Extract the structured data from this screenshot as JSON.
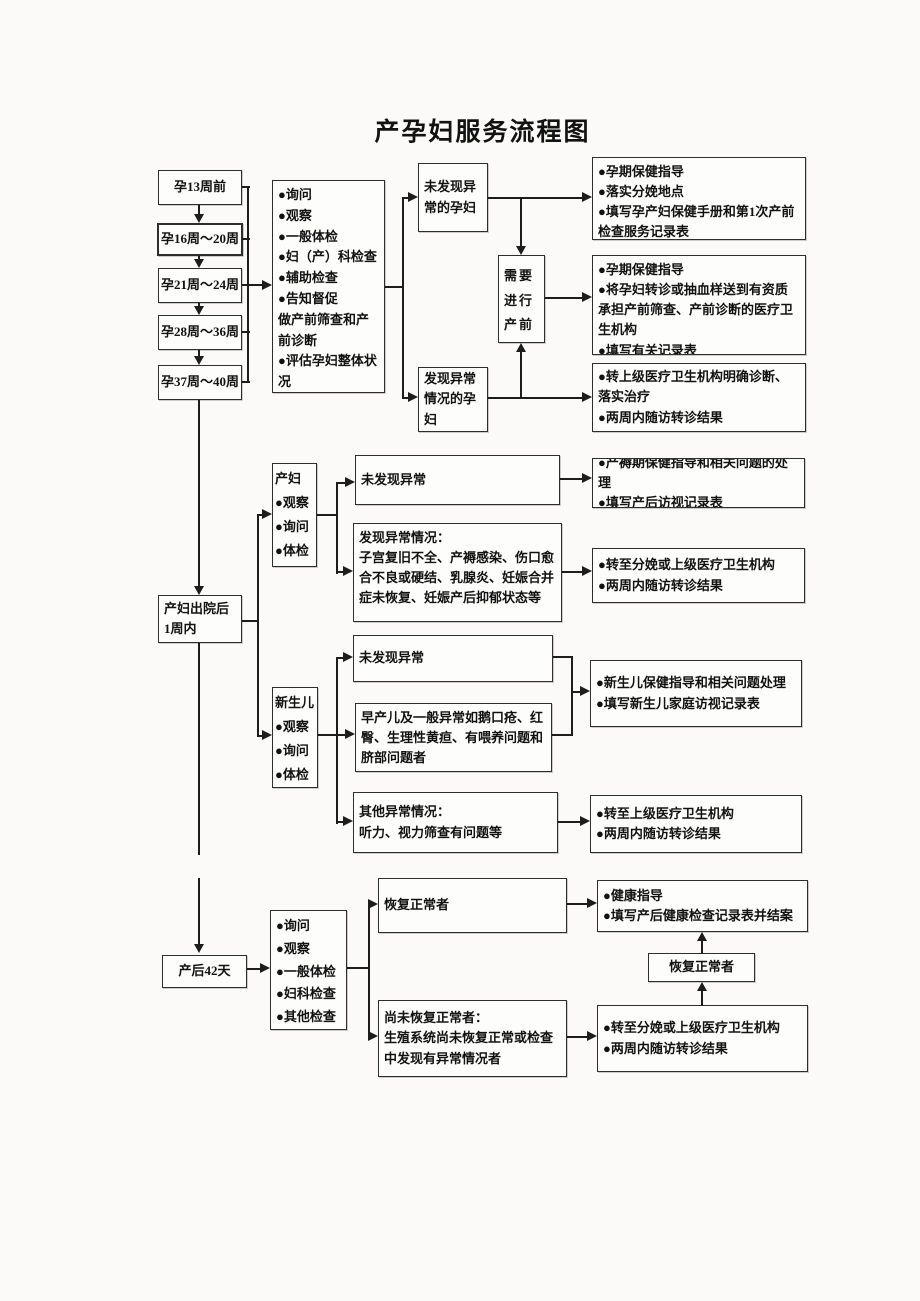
{
  "title": "产孕妇服务流程图",
  "colors": {
    "line": "#1d1d1d",
    "box_border": "#2e2e2e",
    "background": "#fbfaf8",
    "text": "#121212"
  },
  "nodes": {
    "stage_1": "孕13周前",
    "stage_2": "孕16周～20周",
    "stage_3": "孕21周～24周",
    "stage_4": "孕28周～36周",
    "stage_5": "孕37周～40周",
    "antenatal_checks": "●询问\n●观察\n●一般体检\n●妇（产）科检查\n●辅助检查\n●告知督促\n做产前筛查和产前诊断\n●评估孕妇整体状况",
    "no_abnormal_pregnant": "未发现异常的孕妇",
    "abnormal_pregnant": "发现异常情况的孕妇",
    "need_screening": "需要进行产前筛查者",
    "result_normal_antenatal": "●孕期保健指导\n●落实分娩地点\n●填写孕产妇保健手册和第1次产前检查服务记录表",
    "result_screening": "●孕期保健指导\n●将孕妇转诊或抽血样送到有资质承担产前筛查、产前诊断的医疗卫生机构\n●填写有关记录表",
    "result_abnormal_antenatal": "●转上级医疗卫生机构明确诊断、落实治疗\n●两周内随访转诊结果",
    "discharge_week": "产妇出院后 1周内",
    "mother_visit": "产妇\n●观察\n●询问\n●体检",
    "newborn_visit": "新生儿\n●观察\n●询问\n●体检",
    "mother_no_abnormal": "未发现异常",
    "mother_abnormal": "发现异常情况：\n子宫复旧不全、产褥感染、伤口愈合不良或硬结、乳腺炎、妊娠合并症未恢复、妊娠产后抑郁状态等",
    "mother_result_normal": "●产褥期保健指导和相关问题的处理\n●填写产后访视记录表",
    "mother_result_abnormal": "●转至分娩或上级医疗卫生机构\n●两周内随访转诊结果",
    "newborn_no_abnormal": "未发现异常",
    "newborn_common_abnormal": "早产儿及一般异常如鹅口疮、红臀、生理性黄疸、有喂养问题和脐部问题者",
    "newborn_other_abnormal": "其他异常情况：\n听力、视力筛查有问题等",
    "newborn_result_normal": "●新生儿保健指导和相关问题处理\n●填写新生儿家庭访视记录表",
    "newborn_result_abnormal": "●转至上级医疗卫生机构\n●两周内随访转诊结果",
    "day42": "产后42天",
    "day42_checks": "●询问\n●观察\n●一般体检\n●妇科检查\n●其他检查",
    "recovered": "恢复正常者",
    "not_recovered": "尚未恢复正常者：\n生殖系统尚未恢复正常或检查中发现有异常情况者",
    "day42_result_normal": "●健康指导\n●填写产后健康检查记录表并结案",
    "recovered_small": "恢复正常者",
    "day42_result_abnormal": "●转至分娩或上级医疗卫生机构\n●两周内随访转诊结果"
  }
}
